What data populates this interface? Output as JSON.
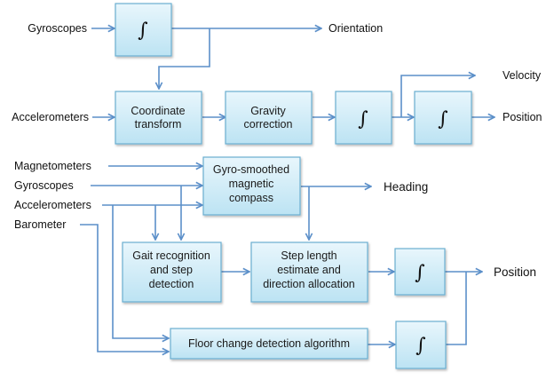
{
  "top": {
    "inputs": {
      "gyroscopes": "Gyroscopes",
      "accelerometers": "Accelerometers"
    },
    "blocks": {
      "integrator_1": "∫",
      "coordinate_transform": [
        "Coordinate",
        "transform"
      ],
      "gravity_correction": [
        "Gravity",
        "correction"
      ],
      "integrator_2": "∫",
      "integrator_3": "∫"
    },
    "outputs": {
      "orientation": "Orientation",
      "velocity": "Velocity",
      "position": "Position"
    }
  },
  "bottom": {
    "inputs": {
      "magnetometers": "Magnetometers",
      "gyroscopes": "Gyroscopes",
      "accelerometers": "Accelerometers",
      "barometer": "Barometer"
    },
    "blocks": {
      "compass": [
        "Gyro-smoothed",
        "magnetic",
        "compass"
      ],
      "gait": [
        "Gait recognition",
        "and step",
        "detection"
      ],
      "step_length": [
        "Step length",
        "estimate and",
        "direction allocation"
      ],
      "floor_change": "Floor change detection algorithm",
      "integrator_4": "∫",
      "integrator_5": "∫"
    },
    "outputs": {
      "heading": "Heading",
      "position": "Position"
    }
  },
  "colors": {
    "wire": "#5b8fc9",
    "box_border": "#6aaed0",
    "box_fill_top": "#e6f5fb",
    "box_fill_bottom": "#bfe4f3"
  }
}
